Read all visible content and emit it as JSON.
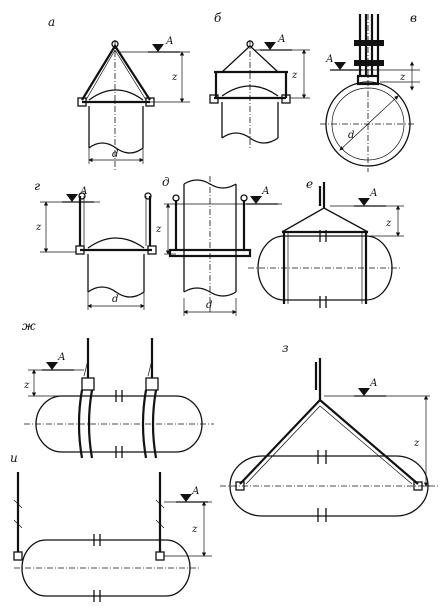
{
  "panels": [
    {
      "key": "a",
      "label": "а"
    },
    {
      "key": "b",
      "label": "б"
    },
    {
      "key": "v",
      "label": "в"
    },
    {
      "key": "g",
      "label": "г"
    },
    {
      "key": "d",
      "label": "д"
    },
    {
      "key": "e",
      "label": "е"
    },
    {
      "key": "zh",
      "label": "ж"
    },
    {
      "key": "z",
      "label": "з"
    },
    {
      "key": "i",
      "label": "и"
    }
  ],
  "marks": {
    "level": "А",
    "height": "z",
    "diameter": "d"
  }
}
